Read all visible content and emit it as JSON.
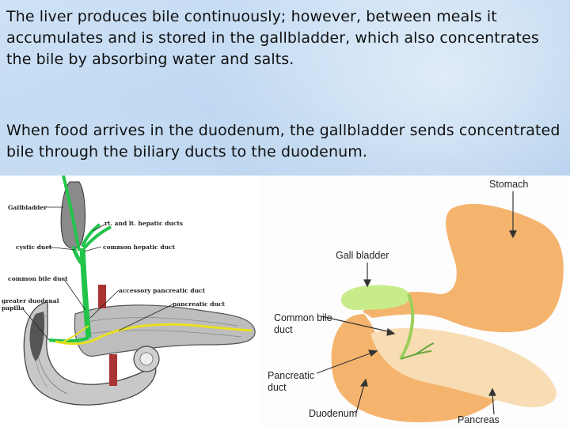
{
  "slide": {
    "paragraph1": " The liver produces bile continuously; however, between meals it accumulates and is stored in the gallbladder, which also concentrates the bile by absorbing water and salts.",
    "paragraph2": "When food arrives in the duodenum, the gallbladder sends concentrated bile through the biliary ducts to the duodenum."
  },
  "left_diagram": {
    "labels": {
      "gallbladder": "Gallbladder",
      "hepatic_ducts": "rt. and lt. hepatic ducts",
      "cystic_duct": "cystic duct",
      "common_hepatic_duct": "common hepatic duct",
      "common_bile_duct": "common bile duct",
      "accessory_pancreatic_duct": "accessory pancreatic duct",
      "greater_duodenal_papilla_line1": "greater duodenal",
      "greater_duodenal_papilla_line2": "papilla",
      "pancreatic_duct": "pancreatic duct"
    },
    "colors": {
      "ducts": "#22c44a",
      "pancreatic_duct": "#e8e020",
      "pancreas": "#b8b8b8"
    }
  },
  "right_diagram": {
    "labels": {
      "stomach": "Stomach",
      "gall_bladder": "Gall bladder",
      "common_bile_duct_line1": "Common bile",
      "common_bile_duct_line2": "duct",
      "pancreatic_duct_line1": "Pancreatic",
      "pancreatic_duct_line2": "duct",
      "duodenum": "Duodenum",
      "pancreas": "Pancreas"
    },
    "colors": {
      "organs": "#f5b46e",
      "gallbladder": "#c8ec8a",
      "pancreas": "#f8dcb4"
    }
  }
}
